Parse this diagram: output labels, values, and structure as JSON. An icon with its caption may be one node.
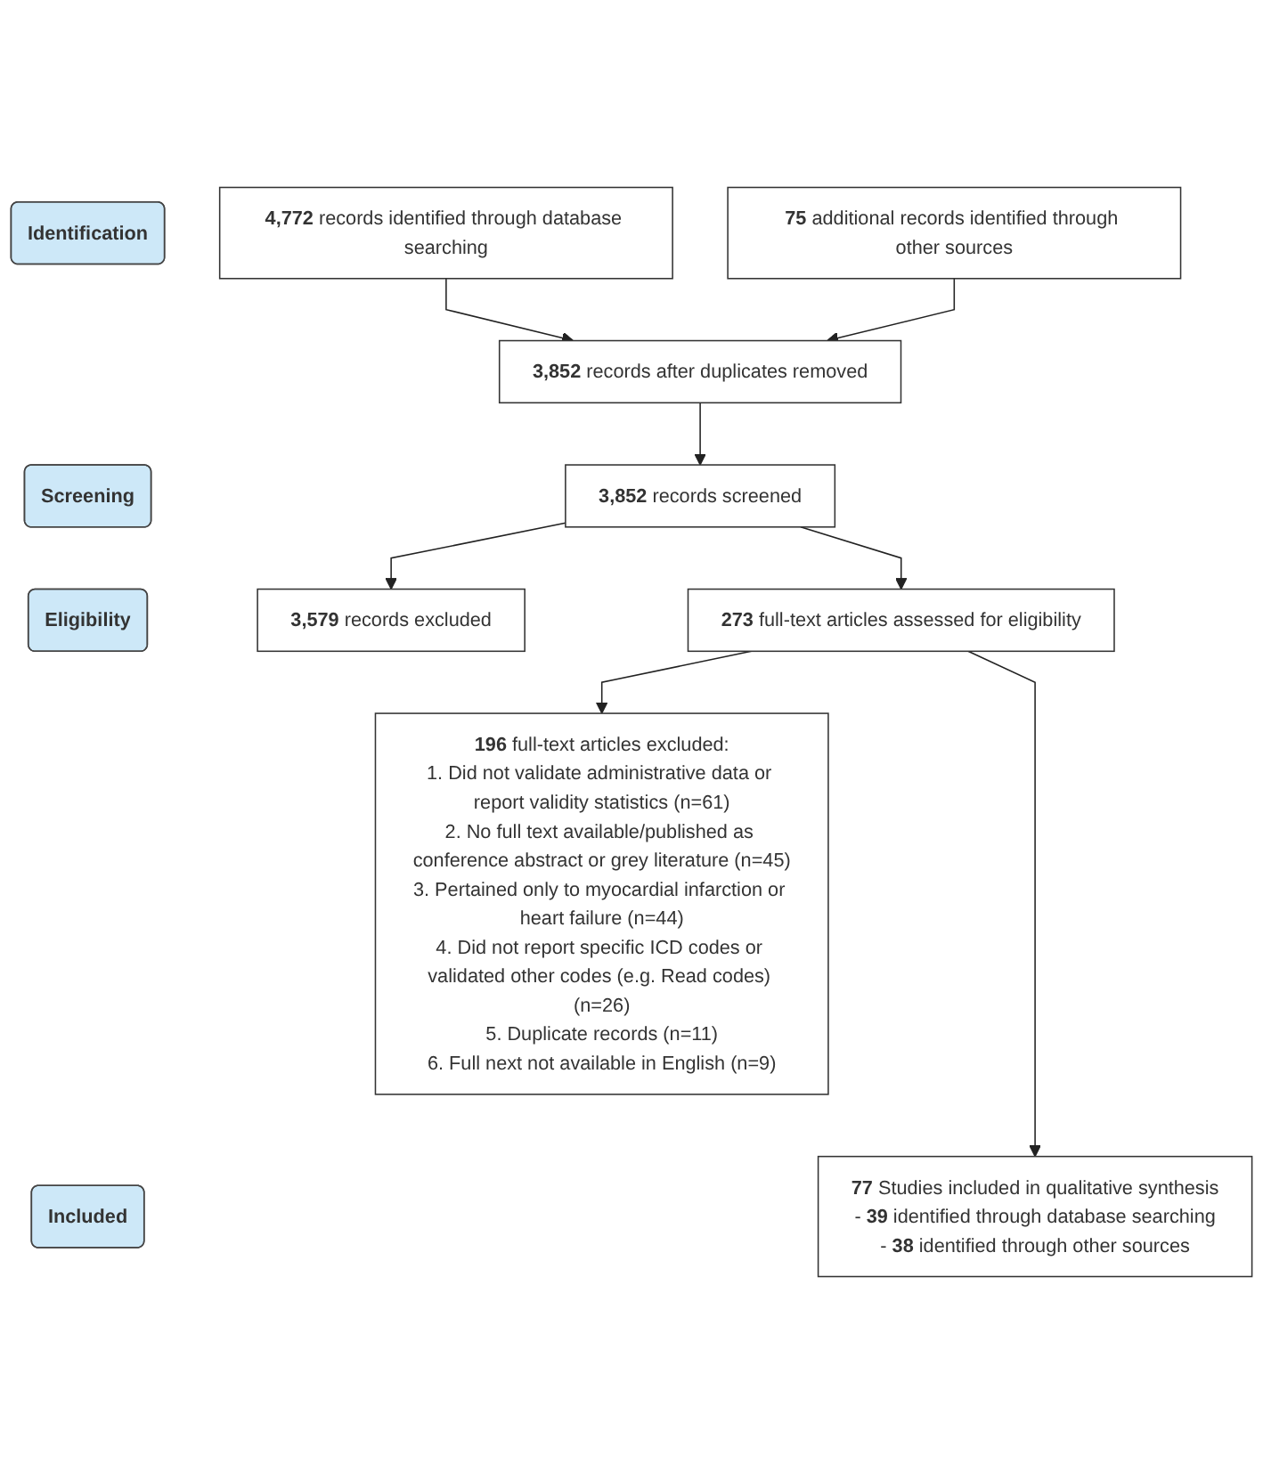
{
  "diagram": {
    "nodes": [
      {
        "text": [
          "Identification"
        ]
      },
      {
        "text": [
          "**4,772** records identified through database searching"
        ]
      },
      {
        "text": [
          "**75** additional records identified through other sources"
        ]
      },
      {
        "text": [
          "**3,852** records after duplicates removed"
        ]
      },
      {
        "text": [
          "Screening"
        ]
      },
      {
        "text": [
          "**3,852** records screened"
        ]
      },
      {
        "text": [
          "**3,579** records excluded"
        ]
      },
      {
        "text": [
          "Eligibility"
        ]
      },
      {
        "text": [
          "**273** full-text articles assessed for eligibility"
        ]
      },
      {
        "text": [
          "**196** full-text articles excluded:",
          "1. Did not validate administrative data or report validity statistics (n=61)",
          "2. No full text available/published as conference abstract or grey literature (n=45)",
          "3. Pertained only to myocardial infarction or heart failure (n=44)",
          "4. Did not report specific ICD codes or validated other codes (e.g. Read codes) (n=26)",
          "5. Duplicate records (n=11)",
          "6. Full next not available in English (n=9)"
        ]
      },
      {
        "text": [
          "Included"
        ]
      },
      {
        "text": [
          "**77** Studies included in qualitative synthesis",
          "- **39** identified through database searching",
          "- **38** identified through other sources"
        ]
      }
    ],
    "edges": [
      {
        "from": 1,
        "to": 3,
        "arrow": "to"
      },
      {
        "from": 2,
        "to": 3,
        "arrow": "to"
      },
      {
        "from": 3,
        "to": 5,
        "arrow": "to"
      },
      {
        "from": 5,
        "to": 6,
        "arrow": "to"
      },
      {
        "from": 5,
        "to": 8,
        "arrow": "to"
      },
      {
        "from": 8,
        "to": 9,
        "arrow": "to"
      },
      {
        "from": 8,
        "to": 11,
        "arrow": "to"
      }
    ]
  }
}
